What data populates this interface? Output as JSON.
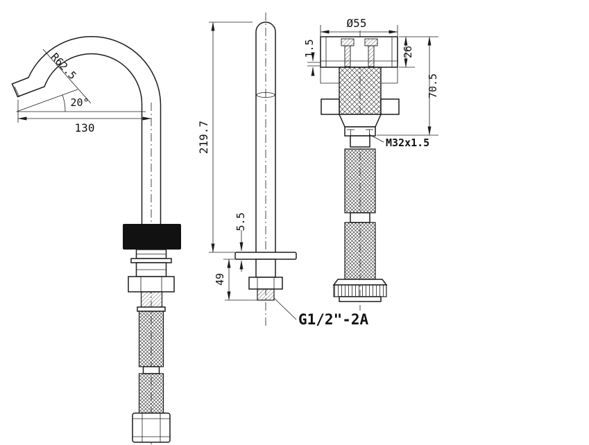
{
  "drawing": {
    "type": "faucet-spout-technical-drawing",
    "colors": {
      "line": "#1c1c1c",
      "fill_solid": "#111111",
      "background": "#ffffff"
    },
    "views": {
      "side": {
        "radius": "R62.5",
        "spout_angle": "20°",
        "reach": "130"
      },
      "front": {
        "spout_height": "219.7",
        "flange_thickness": "5.5",
        "shank_length": "49",
        "inlet_thread": "G1/2\"-2A"
      },
      "section": {
        "base_diameter": "Ø55",
        "deck_gap": "1.5",
        "body_height": "26",
        "overall_height": "70.5",
        "locknut_thread": "M32x1.5"
      }
    }
  }
}
